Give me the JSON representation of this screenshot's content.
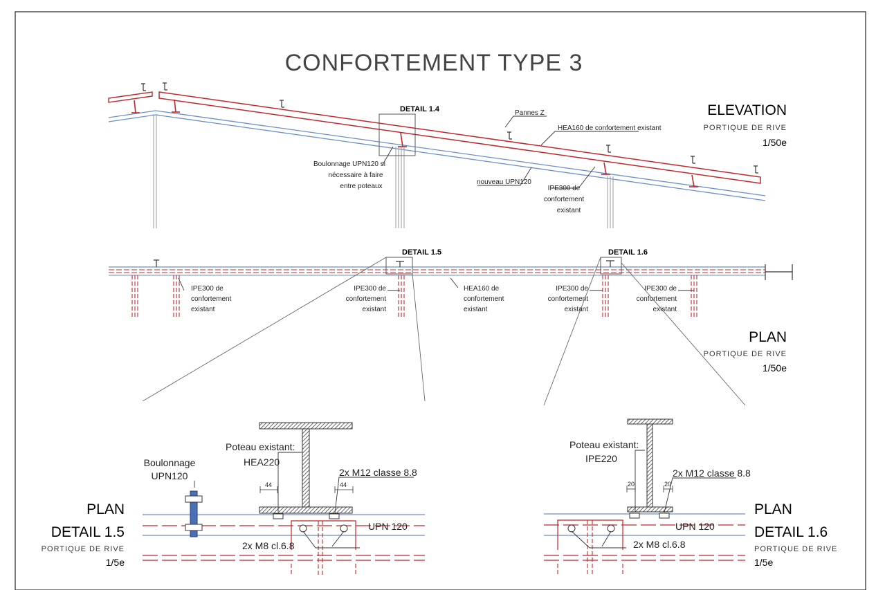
{
  "title": "CONFORTEMENT TYPE 3",
  "elevation": {
    "heading": "ELEVATION",
    "subtitle": "PORTIQUE DE RIVE",
    "scale": "1/50e",
    "detail_label": "DETAIL 1.4",
    "annotations": {
      "pannes": "Pannes Z",
      "hea160": "HEA160 de confortement existant",
      "boulonnage_1": "Boulonnage UPN120 si",
      "boulonnage_2": "nécessaire à faire",
      "boulonnage_3": "entre poteaux",
      "nouveau_upn": "nouveau UPN120",
      "ipe300_1": "IPE300 de",
      "ipe300_2": "confortement",
      "ipe300_3": "existant"
    }
  },
  "plan": {
    "heading": "PLAN",
    "subtitle": "PORTIQUE DE RIVE",
    "scale": "1/50e",
    "detail_15": "DETAIL 1.5",
    "detail_16": "DETAIL 1.6",
    "ipe_line1": "IPE300 de",
    "ipe_line2": "confortement",
    "ipe_line3": "existant",
    "hea_line1": "HEA160 de",
    "hea_line2": "confortement",
    "hea_line3": "existant"
  },
  "detail_15": {
    "heading_1": "PLAN",
    "heading_2": "DETAIL 1.5",
    "subtitle": "PORTIQUE DE RIVE",
    "scale": "1/5e",
    "boulonnage_1": "Boulonnage",
    "boulonnage_2": "UPN120",
    "poteau_1": "Poteau existant:",
    "poteau_2": "HEA220",
    "bolts_m12": "2x M12 classe 8.8",
    "dim_left": "44",
    "dim_right": "44",
    "upn": "UPN 120",
    "bolts_m8": "2x M8 cl.6.8"
  },
  "detail_16": {
    "heading_1": "PLAN",
    "heading_2": "DETAIL 1.6",
    "subtitle": "PORTIQUE DE RIVE",
    "scale": "1/5e",
    "poteau_1": "Poteau existant:",
    "poteau_2": "IPE220",
    "bolts_m12": "2x M12 classe 8.8",
    "dim_left": "20",
    "dim_right": "20",
    "upn": "UPN 120",
    "bolts_m8": "2x M8 cl.6.8"
  },
  "colors": {
    "red": "#c0262b",
    "blue": "#6a8fc7",
    "grey": "#8a8a8a",
    "line": "#333333"
  }
}
